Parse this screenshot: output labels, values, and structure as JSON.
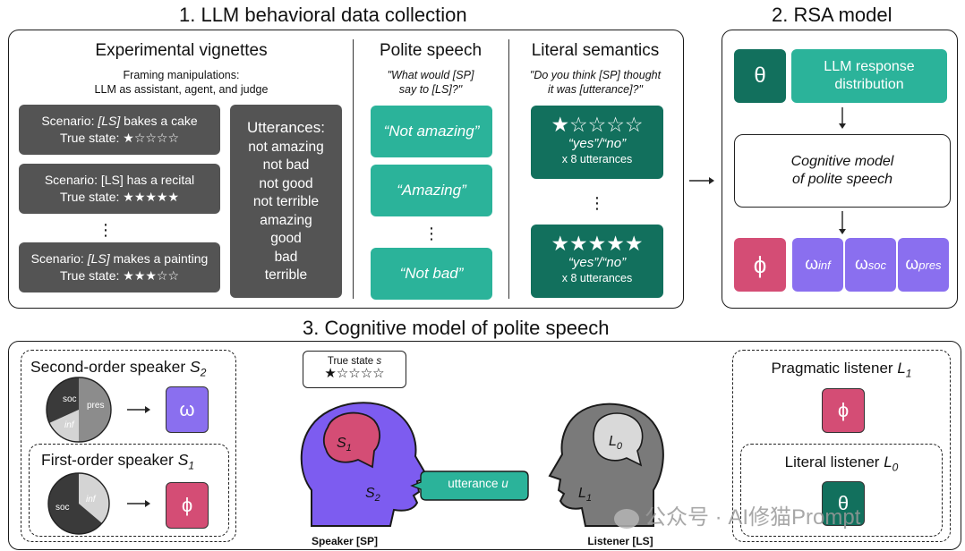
{
  "section1": {
    "title": "1. LLM behavioral data collection",
    "vignettes": {
      "title": "Experimental vignettes",
      "framing_line1": "Framing manipulations:",
      "framing_line2": "LLM as assistant, agent, and judge",
      "scenarios": [
        {
          "prefix": "Scenario: ",
          "who": "[LS]",
          "rest": " bakes a cake",
          "state_label": "True state: ",
          "stars": "★☆☆☆☆"
        },
        {
          "prefix": "Scenario: ",
          "who": "[LS]",
          "rest": " has a recital",
          "state_label": "True state: ",
          "stars": "★★★★★"
        },
        {
          "prefix": "Scenario: ",
          "who": "[LS]",
          "rest": " makes a painting",
          "state_label": "True state: ",
          "stars": "★★★☆☆"
        }
      ],
      "dots": "⋮",
      "utterances_title": "Utterances:",
      "utterances": [
        "not amazing",
        "not bad",
        "not good",
        "not terrible",
        "amazing",
        "good",
        "bad",
        "terrible"
      ]
    },
    "polite": {
      "title": "Polite speech",
      "prompt_line1": "\"What would [SP]",
      "prompt_line2": "say to [LS]?\"",
      "items": [
        "“Not amazing”",
        "“Amazing”",
        "“Not bad”"
      ],
      "dots": "⋮"
    },
    "literal": {
      "title": "Literal semantics",
      "prompt_line1": "\"Do you think [SP] thought",
      "prompt_line2": "it was [utterance]?\"",
      "items": [
        {
          "stars": "★☆☆☆☆",
          "answer": "“yes”/“no”",
          "count": "x 8 utterances"
        },
        {
          "stars": "★★★★★",
          "answer": "“yes”/“no”",
          "count": "x 8 utterances"
        }
      ],
      "dots": "⋮"
    }
  },
  "section2": {
    "title": "2. RSA model",
    "theta": "θ",
    "llm_line1": "LLM response",
    "llm_line2": "distribution",
    "cog_line1": "Cognitive model",
    "cog_line2": "of polite speech",
    "phi": "ϕ",
    "omegas": [
      {
        "base": "ω",
        "sub": "inf"
      },
      {
        "base": "ω",
        "sub": "soc"
      },
      {
        "base": "ω",
        "sub": "pres"
      }
    ]
  },
  "section3": {
    "title": "3. Cognitive model of polite speech",
    "s2_label": "Second-order speaker ",
    "s2_var": "S",
    "s2_sub": "2",
    "s1_label": "First-order speaker ",
    "s1_var": "S",
    "s1_sub": "1",
    "pie_labels": {
      "soc": "soc",
      "pres": "pres",
      "inf": "inf"
    },
    "omega": "ω",
    "phi": "ϕ",
    "true_state_label": "True state ",
    "true_state_var": "s",
    "true_state_stars": "★☆☆☆☆",
    "speaker_s1": "S",
    "speaker_s1_sub": "1",
    "speaker_s2": "S",
    "speaker_s2_sub": "2",
    "utterance_label": "utterance ",
    "utterance_var": "u",
    "listener_l0": "L",
    "listener_l0_sub": "0",
    "listener_l1": "L",
    "listener_l1_sub": "1",
    "speaker_caption": "Speaker [SP]",
    "listener_caption": "Listener [LS]",
    "pragmatic_label": "Pragmatic listener ",
    "pragmatic_var": "L",
    "pragmatic_sub": "1",
    "literal_label": "Literal listener ",
    "literal_var": "L",
    "literal_sub": "0",
    "theta": "θ"
  },
  "watermark": "公众号 · AI修猫Prompt",
  "colors": {
    "gray_box": "#545454",
    "teal": "#2bb39a",
    "dark_teal": "#12705d",
    "pink": "#d44d75",
    "purple": "#8a6fef",
    "speaker_head": "#7d5cf0",
    "listener_head": "#7a7a7a"
  }
}
